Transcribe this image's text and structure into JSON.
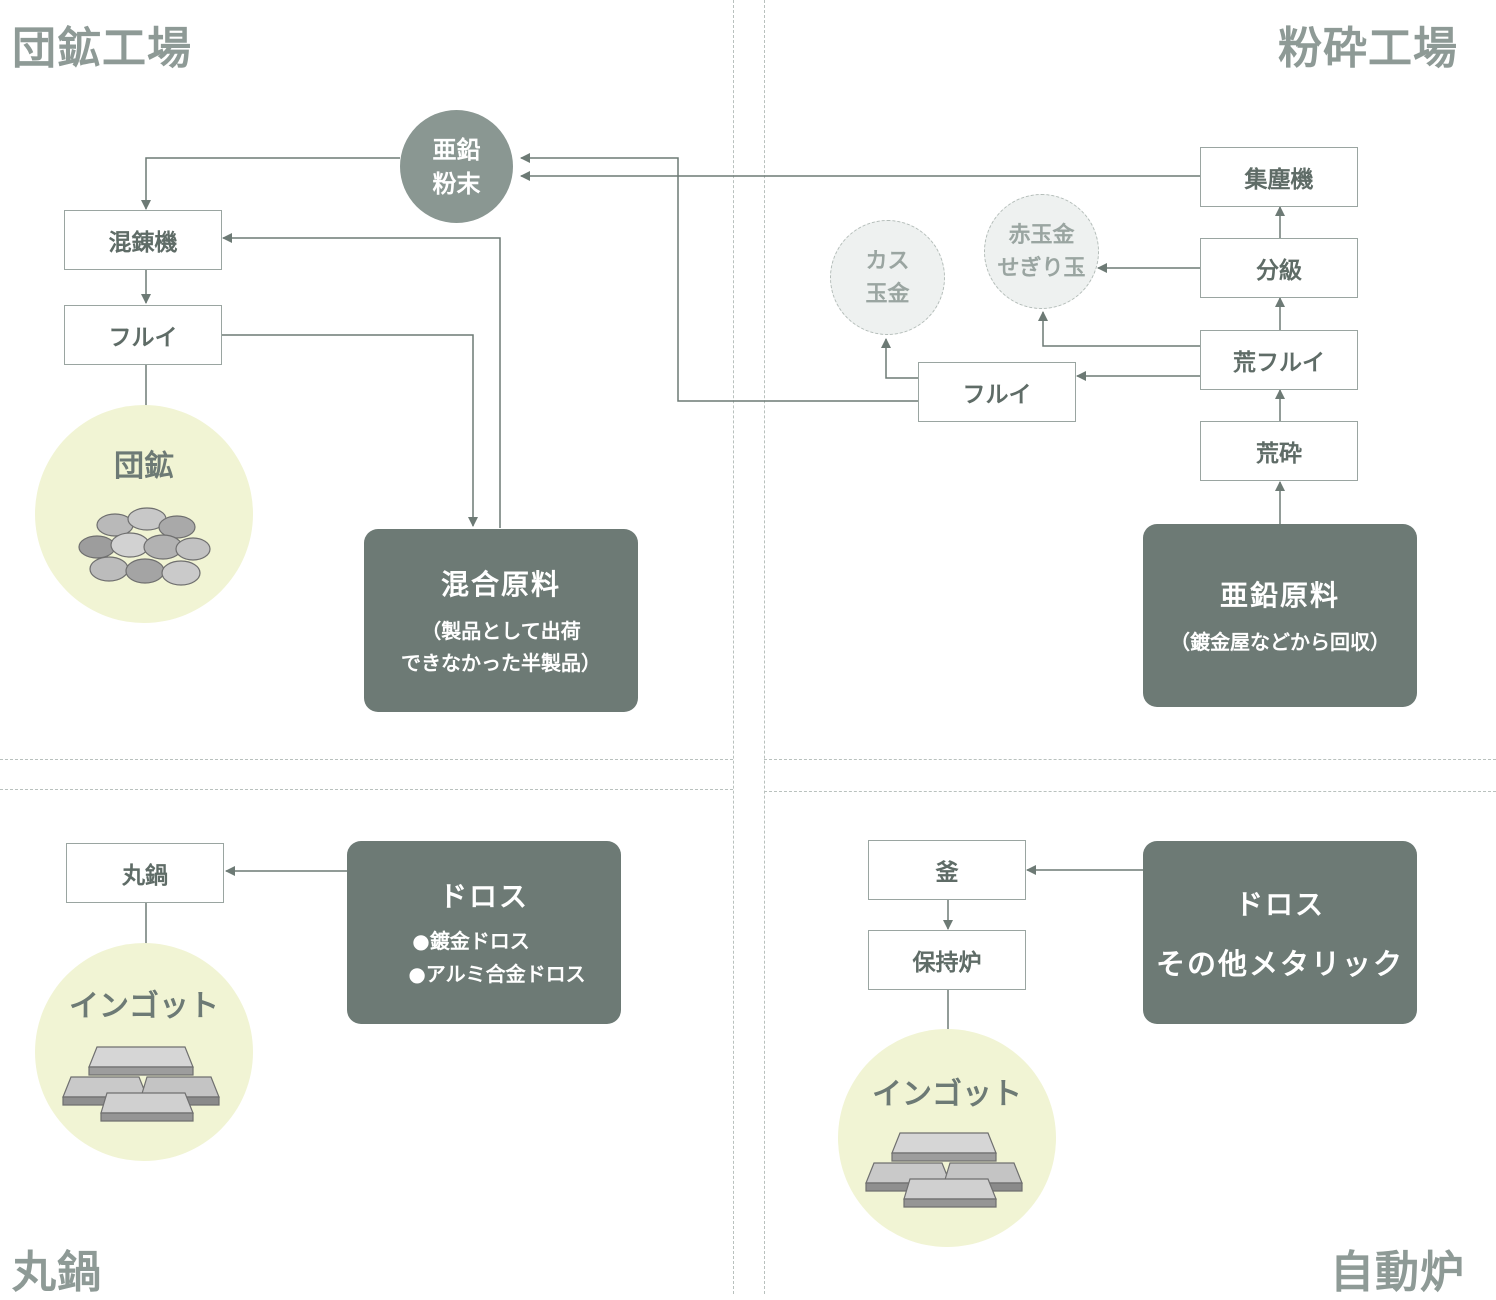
{
  "quadrants": {
    "briquette": {
      "title": "団鉱工場"
    },
    "crushing": {
      "title": "粉砕工場"
    },
    "round_pot": {
      "title": "丸鍋"
    },
    "auto_furnace": {
      "title": "自動炉"
    }
  },
  "briquette": {
    "zinc_powder": [
      "亜鉛",
      "粉末"
    ],
    "kneader": "混錬機",
    "sieve": "フルイ",
    "product": "団鉱",
    "mixed": {
      "title": "混合原料",
      "line1": "（製品として出荷",
      "line2": "できなかった半製品）"
    }
  },
  "crushing": {
    "collector": "集塵機",
    "classifier": "分級",
    "coarse_sieve": "荒フルイ",
    "coarse_crush": "荒砕",
    "sieve": "フルイ",
    "dross_gold": [
      "カス",
      "玉金"
    ],
    "red_gold": [
      "赤玉金",
      "せぎり玉"
    ],
    "raw": {
      "title": "亜鉛原料",
      "sub": "（鍍金屋などから回収）"
    }
  },
  "round_pot": {
    "pot": "丸鍋",
    "product": "インゴット",
    "dross": {
      "title": "ドロス",
      "items": [
        "●鍍金ドロス",
        "●アルミ合金ドロス"
      ]
    }
  },
  "auto_furnace": {
    "kettle": "釜",
    "holding": "保持炉",
    "product": "インゴット",
    "dross": {
      "title": "ドロス",
      "sub": "その他メタリック"
    }
  },
  "colors": {
    "accent": "#6d7a75",
    "line": "#6d7a75",
    "product_bg": "#f1f4d4"
  }
}
